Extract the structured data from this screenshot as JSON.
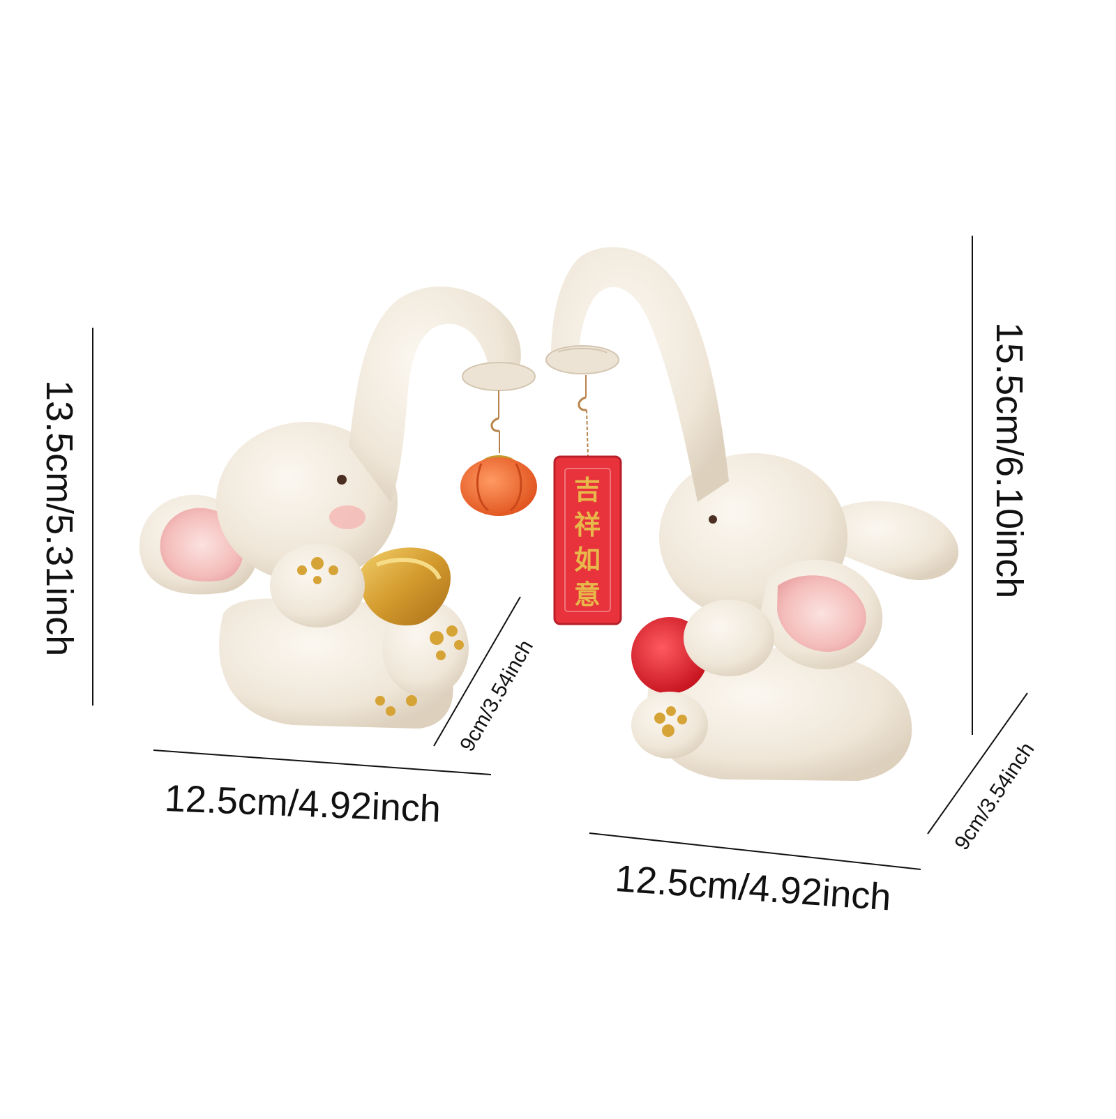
{
  "dimensions": {
    "left_height": "13.5cm/5.31inch",
    "left_width": "12.5cm/4.92inch",
    "left_depth": "9cm/3.54inch",
    "right_height": "15.5cm/6.10inch",
    "right_width": "12.5cm/4.92inch",
    "right_depth": "9cm/3.54inch"
  },
  "pendant_text": [
    "吉",
    "祥",
    "如",
    "意"
  ],
  "colors": {
    "figurine_body": "#f1e9dc",
    "figurine_shadow": "#d9ccb8",
    "inner_ear": "#f6c9c6",
    "gold": "#d6a336",
    "persimmon": "#f0672d",
    "tag_red": "#e8323c",
    "ball_red": "#e02631",
    "line": "#111111"
  }
}
